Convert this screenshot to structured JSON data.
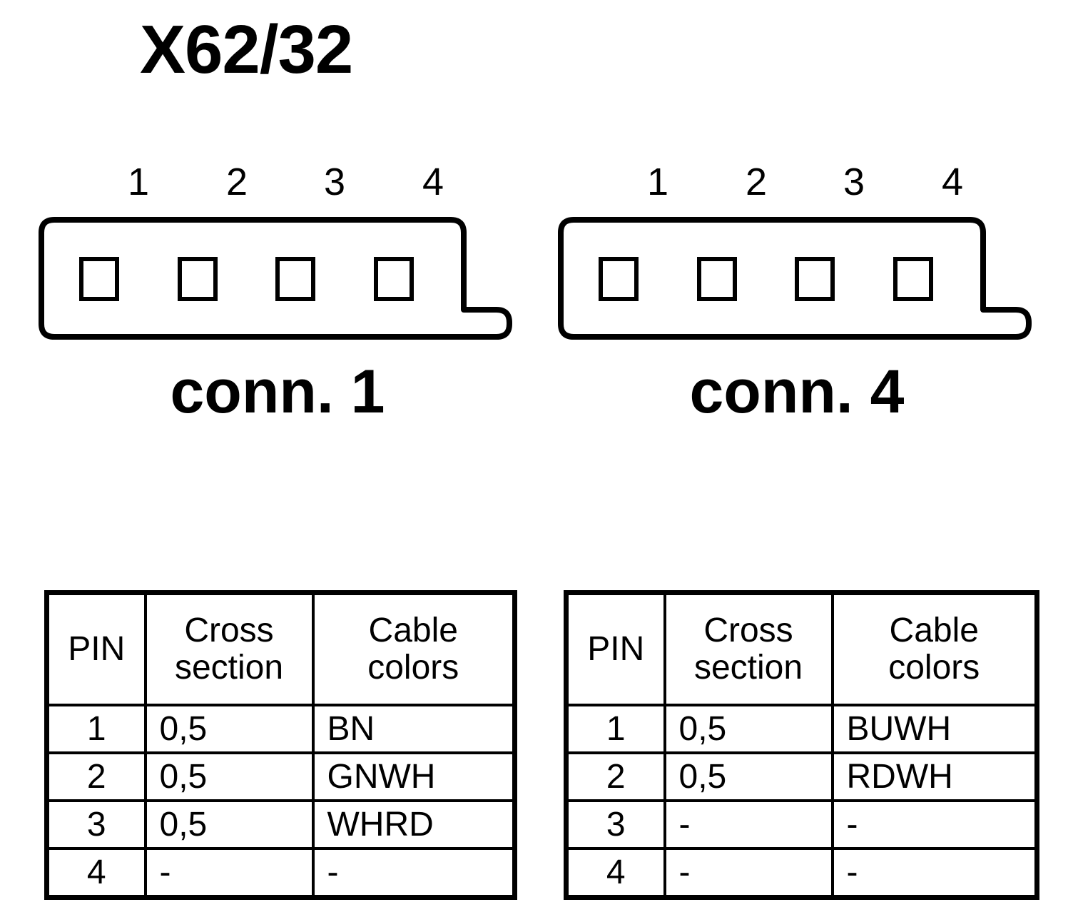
{
  "title": "X62/32",
  "connectors": [
    {
      "caption": "conn. 1",
      "pin_numbers": [
        "1",
        "2",
        "3",
        "4"
      ],
      "pin_holes": 4
    },
    {
      "caption": "conn. 4",
      "pin_numbers": [
        "1",
        "2",
        "3",
        "4"
      ],
      "pin_holes": 4
    }
  ],
  "tables": [
    {
      "headers": {
        "pin": "PIN",
        "cross_line1": "Cross",
        "cross_line2": "section",
        "colors_line1": "Cable",
        "colors_line2": "colors"
      },
      "rows": [
        {
          "pin": "1",
          "cross_section": "0,5",
          "cable_colors": "BN"
        },
        {
          "pin": "2",
          "cross_section": "0,5",
          "cable_colors": "GNWH"
        },
        {
          "pin": "3",
          "cross_section": "0,5",
          "cable_colors": "WHRD"
        },
        {
          "pin": "4",
          "cross_section": "-",
          "cable_colors": "-"
        }
      ]
    },
    {
      "headers": {
        "pin": "PIN",
        "cross_line1": "Cross",
        "cross_line2": "section",
        "colors_line1": "Cable",
        "colors_line2": "colors"
      },
      "rows": [
        {
          "pin": "1",
          "cross_section": "0,5",
          "cable_colors": "BUWH"
        },
        {
          "pin": "2",
          "cross_section": "0,5",
          "cable_colors": "RDWH"
        },
        {
          "pin": "3",
          "cross_section": "-",
          "cable_colors": "-"
        },
        {
          "pin": "4",
          "cross_section": "-",
          "cable_colors": "-"
        }
      ]
    }
  ],
  "colors": {
    "line": "#000000",
    "background": "#ffffff"
  }
}
